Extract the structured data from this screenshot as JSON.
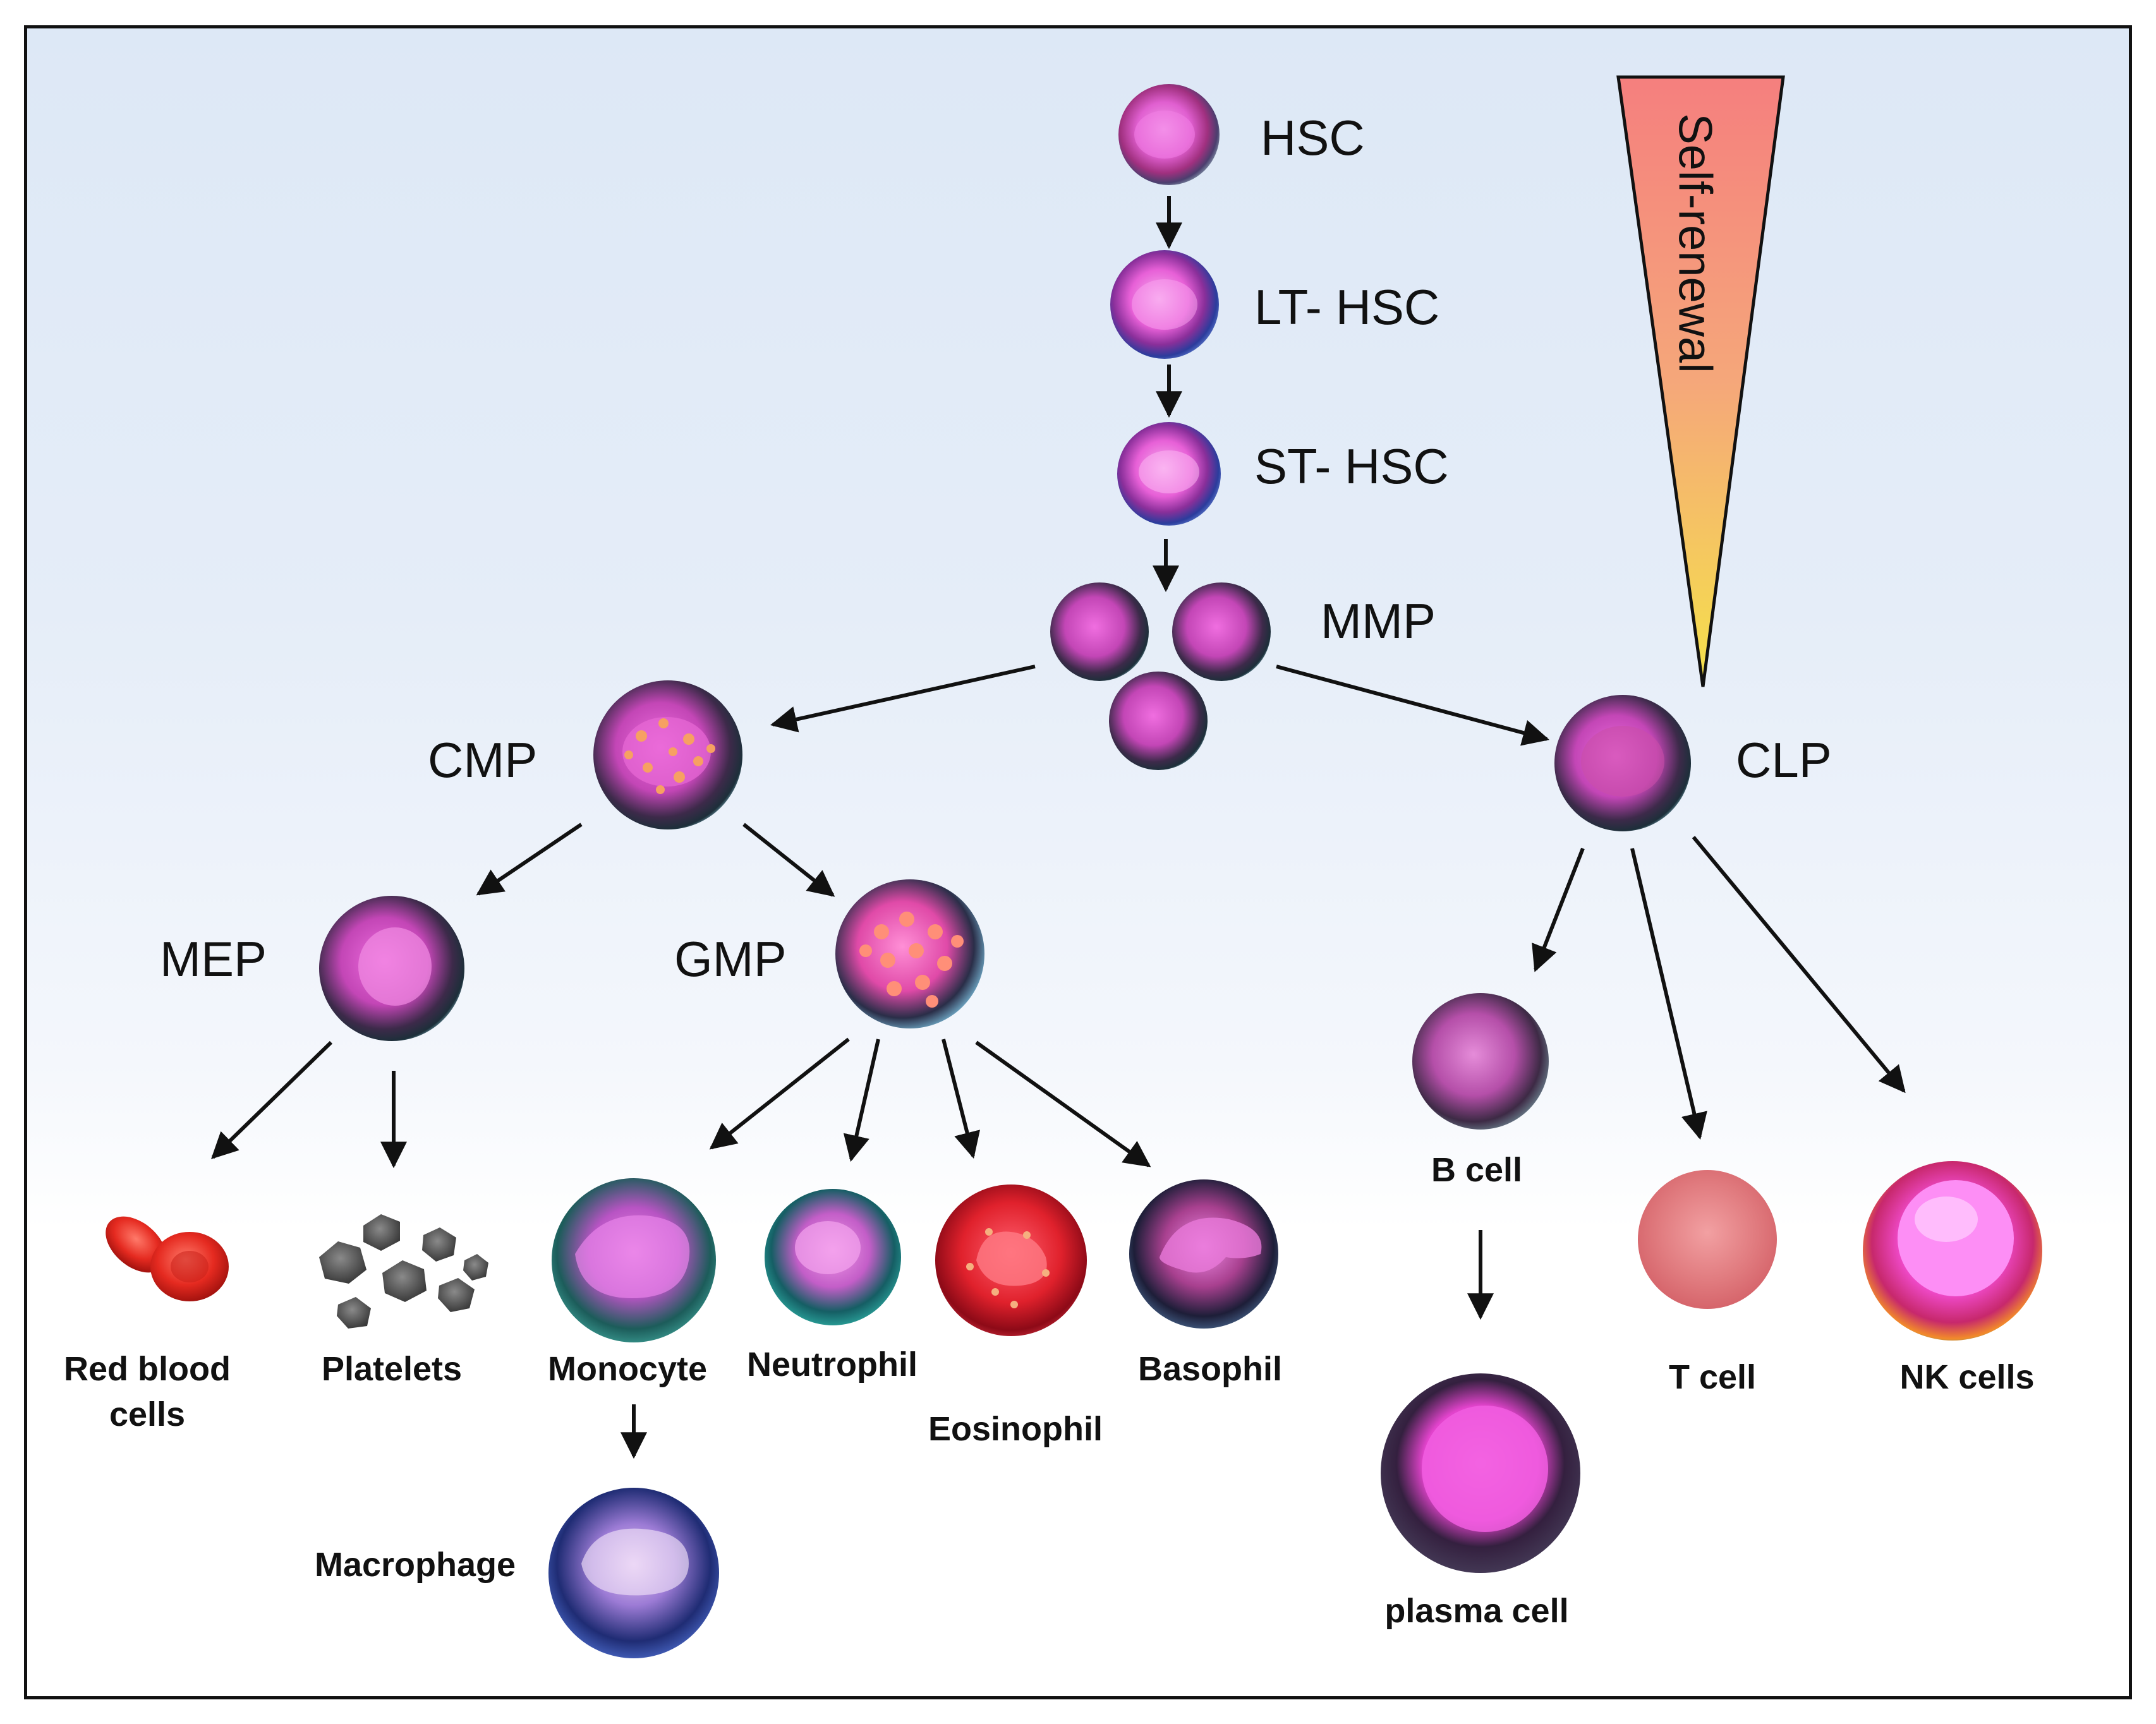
{
  "title": "",
  "colors": {
    "background_top": "#dde8f6",
    "background_bottom": "#ffffff",
    "arrow": "#111111",
    "triangle_top": "#f57f7e",
    "triangle_bottom": "#f5e24a",
    "frame": "#111111"
  },
  "nodes": {
    "hsc": "HSC",
    "lt_hsc": "LT- HSC",
    "st_hsc": "ST- HSC",
    "mmp": "MMP",
    "cmp": "CMP",
    "clp": "CLP",
    "mep": "MEP",
    "gmp": "GMP",
    "red_blood_cells_line1": "Red blood",
    "red_blood_cells_line2": "cells",
    "platelets": "Platelets",
    "monocyte": "Monocyte",
    "neutrophil": "Neutrophil",
    "eosinophil": "Eosinophil",
    "basophil": "Basophil",
    "macrophage": "Macrophage",
    "b_cell": "B cell",
    "plasma_cell": "plasma cell",
    "t_cell": "T cell",
    "nk_cells": "NK cells"
  },
  "self_renewal": {
    "label": "Self-renewal"
  },
  "edges": [
    [
      "HSC",
      "LT- HSC"
    ],
    [
      "LT- HSC",
      "ST- HSC"
    ],
    [
      "ST- HSC",
      "MMP"
    ],
    [
      "MMP",
      "CMP"
    ],
    [
      "MMP",
      "CLP"
    ],
    [
      "CMP",
      "MEP"
    ],
    [
      "CMP",
      "GMP"
    ],
    [
      "MEP",
      "Red blood cells"
    ],
    [
      "MEP",
      "Platelets"
    ],
    [
      "GMP",
      "Monocyte"
    ],
    [
      "GMP",
      "Neutrophil"
    ],
    [
      "GMP",
      "Eosinophil"
    ],
    [
      "GMP",
      "Basophil"
    ],
    [
      "Monocyte",
      "Macrophage"
    ],
    [
      "CLP",
      "B cell"
    ],
    [
      "CLP",
      "T cell"
    ],
    [
      "CLP",
      "NK cells"
    ],
    [
      "B cell",
      "plasma cell"
    ]
  ]
}
